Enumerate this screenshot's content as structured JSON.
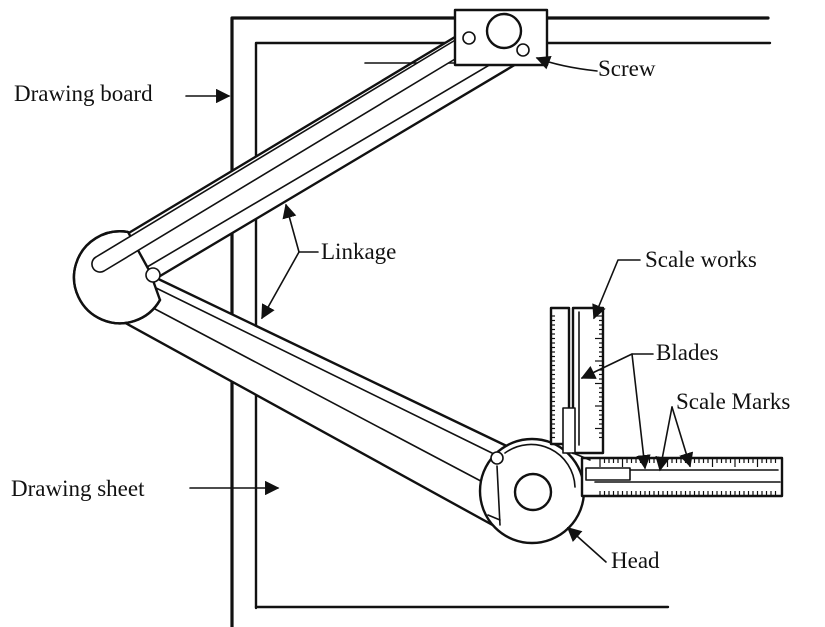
{
  "labels": {
    "drawing_board": "Drawing board",
    "screw": "Screw",
    "linkage": "Linkage",
    "scale_works": "Scale works",
    "blades": "Blades",
    "scale_marks": "Scale Marks",
    "drawing_sheet": "Drawing sheet",
    "head": "Head"
  },
  "colors": {
    "ink": "#111111",
    "paper": "#ffffff"
  }
}
